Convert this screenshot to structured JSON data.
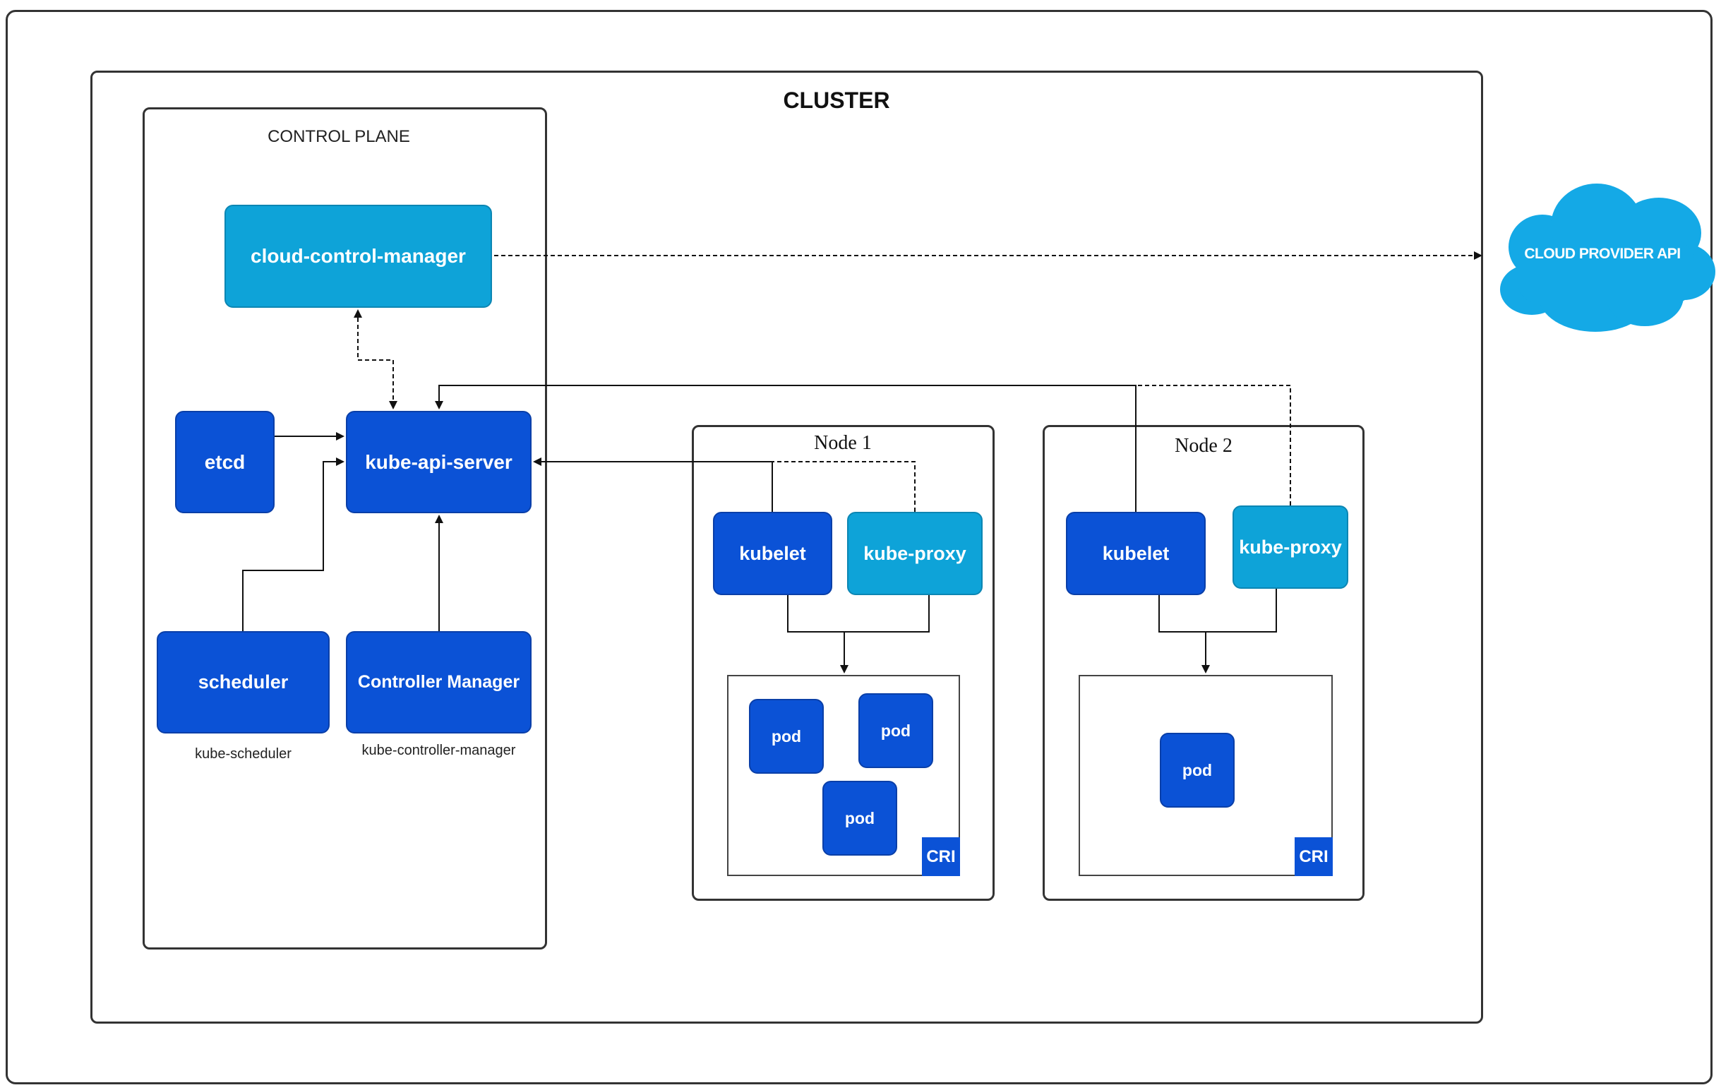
{
  "cluster": {
    "title": "CLUSTER",
    "control_plane": {
      "title": "CONTROL PLANE",
      "cloud_control_manager": "cloud-control-manager",
      "etcd": "etcd",
      "kube_api_server": "kube-api-server",
      "scheduler": {
        "label": "scheduler",
        "caption": "kube-scheduler"
      },
      "controller_manager": {
        "label": "Controller Manager",
        "caption": "kube-controller-manager"
      }
    },
    "nodes": [
      {
        "title": "Node 1",
        "kubelet": "kubelet",
        "kube_proxy": "kube-proxy",
        "pods": [
          "pod",
          "pod",
          "pod"
        ],
        "runtime": "CRI"
      },
      {
        "title": "Node 2",
        "kubelet": "kubelet",
        "kube_proxy": "kube-proxy",
        "pods": [
          "pod"
        ],
        "runtime": "CRI"
      }
    ]
  },
  "cloud_provider": {
    "label": "CLOUD PROVIDER API"
  },
  "colors": {
    "component_dark": "#0b52d6",
    "component_light": "#0ea3d8",
    "cloud": "#14a9e6",
    "frame": "#333333"
  }
}
